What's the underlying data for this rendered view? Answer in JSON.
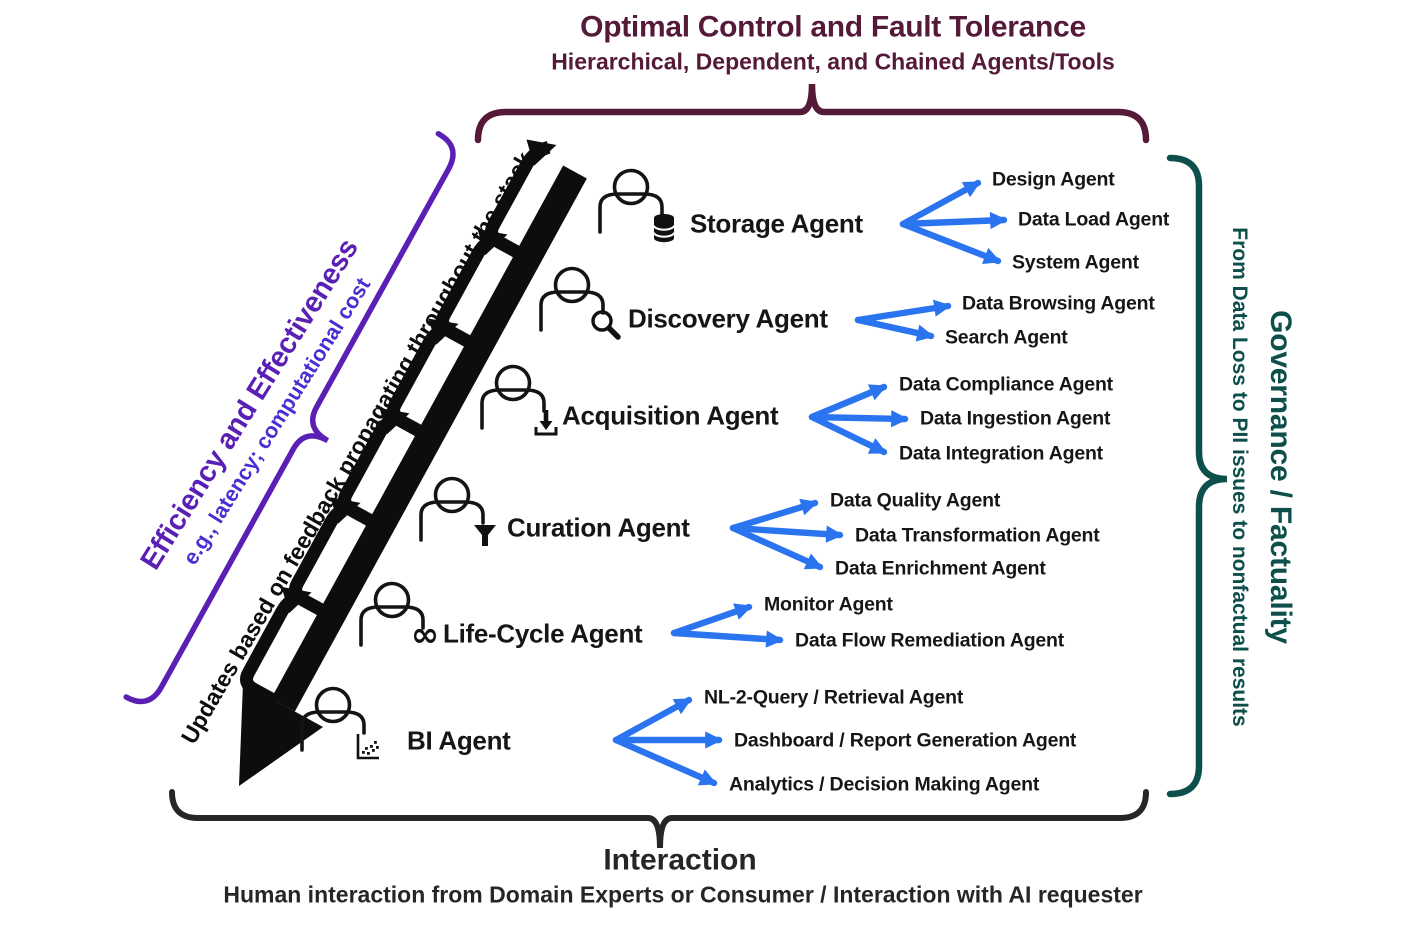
{
  "top": {
    "title": "Optimal Control and Fault Tolerance",
    "subtitle": "Hierarchical, Dependent, and Chained Agents/Tools"
  },
  "bottom": {
    "title": "Interaction",
    "subtitle": "Human interaction from Domain Experts or Consumer / Interaction with AI requester"
  },
  "left": {
    "title": "Efficiency and Effectiveness",
    "subtitle": "e.g., latency; computational cost"
  },
  "right": {
    "title": "Governance / Factuality",
    "subtitle": "From Data Loss to PII issues to nonfactual results"
  },
  "feedback": {
    "label": "Updates based on feedback propagating throughout the stack"
  },
  "agents": [
    {
      "name": "Storage Agent",
      "icon": "database-icon",
      "children": [
        "Design Agent",
        "Data Load Agent",
        "System Agent"
      ]
    },
    {
      "name": "Discovery Agent",
      "icon": "magnifier-icon",
      "children": [
        "Data Browsing Agent",
        "Search Agent"
      ]
    },
    {
      "name": "Acquisition Agent",
      "icon": "download-icon",
      "children": [
        "Data Compliance Agent",
        "Data Ingestion Agent",
        "Data Integration Agent"
      ]
    },
    {
      "name": "Curation Agent",
      "icon": "funnel-icon",
      "children": [
        "Data Quality Agent",
        "Data Transformation Agent",
        "Data Enrichment Agent"
      ]
    },
    {
      "name": "Life-Cycle Agent",
      "icon": "infinity-icon",
      "children": [
        "Monitor Agent",
        "Data Flow Remediation Agent"
      ]
    },
    {
      "name": "BI Agent",
      "icon": "scatter-chart-icon",
      "children": [
        "NL-2-Query / Retrieval Agent",
        "Dashboard / Report Generation Agent",
        "Analytics / Decision Making Agent"
      ]
    }
  ],
  "colors": {
    "maroon": "#551a38",
    "purple": "#5a1fb4",
    "purple_sub": "#4b2ed2",
    "teal": "#0d4f4a",
    "blue": "#2b74f0",
    "ink": "#161616"
  }
}
